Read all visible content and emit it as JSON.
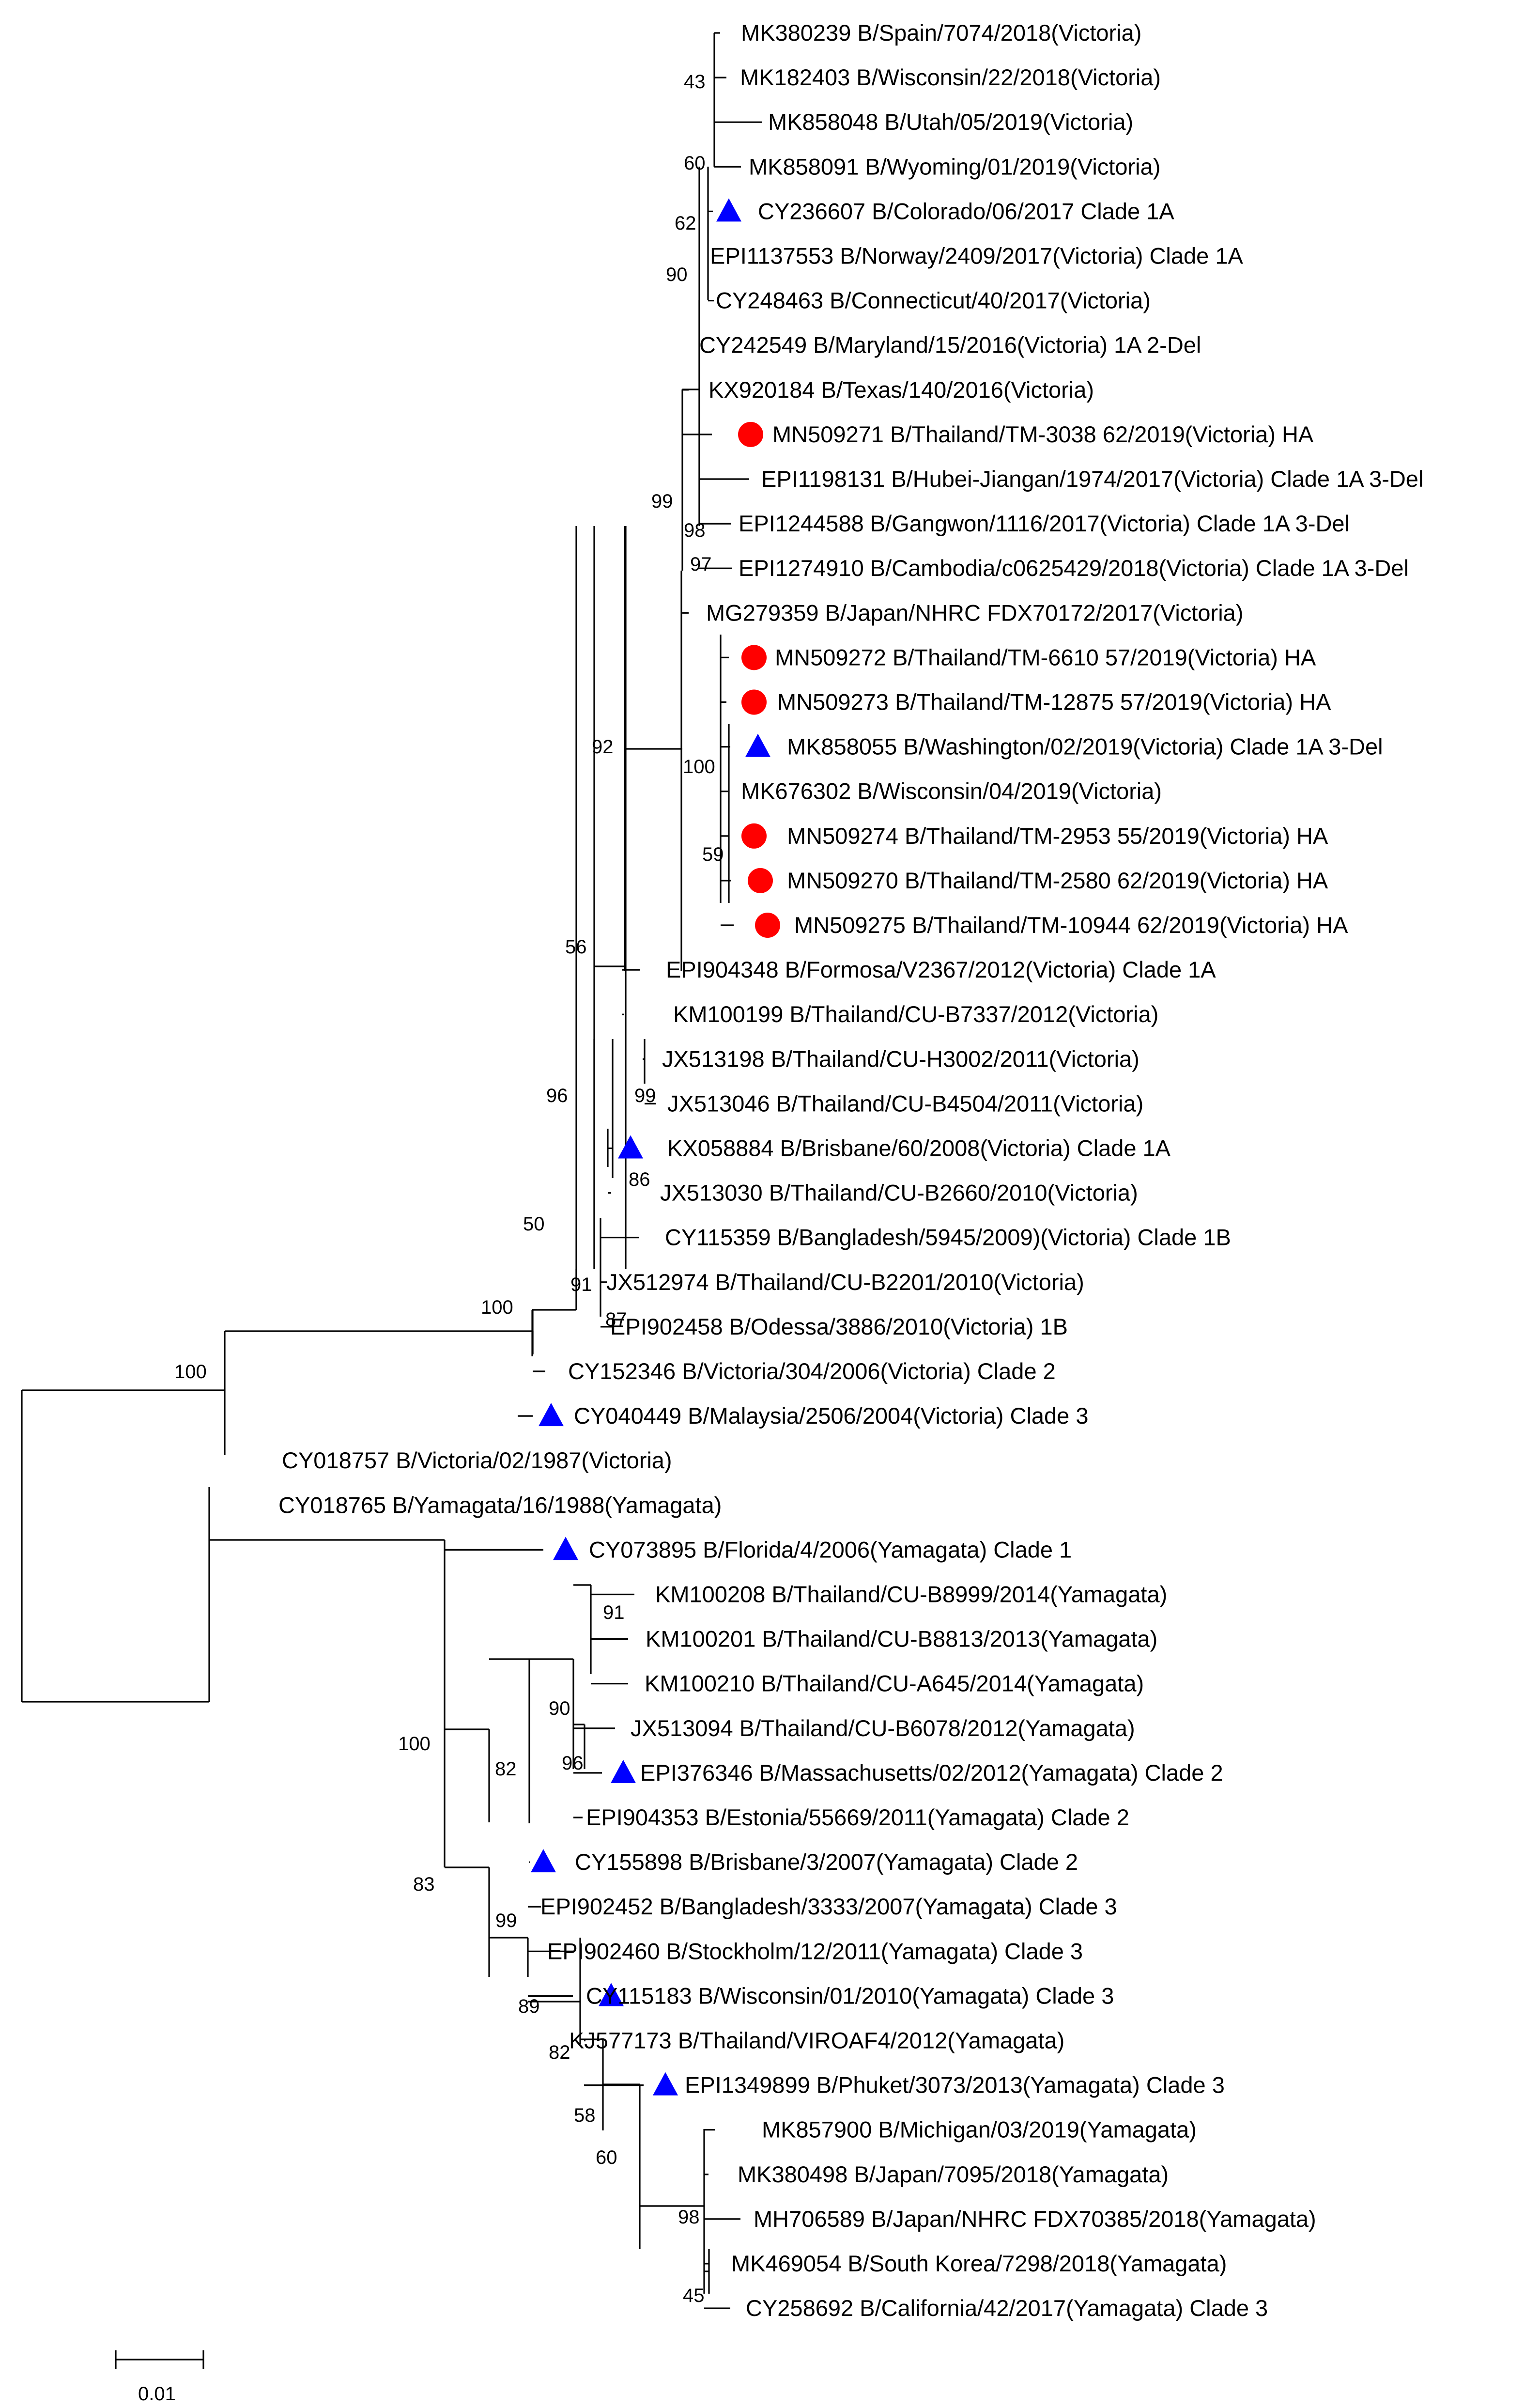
{
  "tree": {
    "leaves": [
      {
        "label": "MK380239 B/Spain/7074/2018(Victoria)",
        "marker": ""
      },
      {
        "label": "MK182403 B/Wisconsin/22/2018(Victoria)",
        "marker": ""
      },
      {
        "label": "MK858048 B/Utah/05/2019(Victoria)",
        "marker": ""
      },
      {
        "label": "MK858091 B/Wyoming/01/2019(Victoria)",
        "marker": ""
      },
      {
        "label": "CY236607 B/Colorado/06/2017 Clade 1A",
        "marker": "triangle"
      },
      {
        "label": "EPI1137553 B/Norway/2409/2017(Victoria) Clade 1A",
        "marker": ""
      },
      {
        "label": "CY248463 B/Connecticut/40/2017(Victoria)",
        "marker": ""
      },
      {
        "label": "CY242549 B/Maryland/15/2016(Victoria) 1A 2-Del",
        "marker": ""
      },
      {
        "label": "KX920184 B/Texas/140/2016(Victoria)",
        "marker": ""
      },
      {
        "label": "MN509271 B/Thailand/TM-3038 62/2019(Victoria) HA",
        "marker": "circle"
      },
      {
        "label": "EPI1198131 B/Hubei-Jiangan/1974/2017(Victoria) Clade 1A 3-Del",
        "marker": ""
      },
      {
        "label": "EPI1244588 B/Gangwon/1116/2017(Victoria) Clade 1A 3-Del",
        "marker": ""
      },
      {
        "label": "EPI1274910 B/Cambodia/c0625429/2018(Victoria) Clade 1A 3-Del",
        "marker": ""
      },
      {
        "label": "MG279359 B/Japan/NHRC FDX70172/2017(Victoria)",
        "marker": ""
      },
      {
        "label": "MN509272 B/Thailand/TM-6610 57/2019(Victoria) HA",
        "marker": "circle"
      },
      {
        "label": "MN509273 B/Thailand/TM-12875 57/2019(Victoria) HA",
        "marker": "circle"
      },
      {
        "label": "MK858055 B/Washington/02/2019(Victoria) Clade 1A 3-Del",
        "marker": "triangle"
      },
      {
        "label": "MK676302 B/Wisconsin/04/2019(Victoria)",
        "marker": ""
      },
      {
        "label": "MN509274 B/Thailand/TM-2953 55/2019(Victoria) HA",
        "marker": "circle"
      },
      {
        "label": "MN509270 B/Thailand/TM-2580 62/2019(Victoria) HA",
        "marker": "circle"
      },
      {
        "label": "MN509275 B/Thailand/TM-10944 62/2019(Victoria) HA",
        "marker": "circle"
      },
      {
        "label": "EPI904348 B/Formosa/V2367/2012(Victoria) Clade 1A",
        "marker": ""
      },
      {
        "label": "KM100199 B/Thailand/CU-B7337/2012(Victoria)",
        "marker": ""
      },
      {
        "label": "JX513198 B/Thailand/CU-H3002/2011(Victoria)",
        "marker": ""
      },
      {
        "label": "JX513046 B/Thailand/CU-B4504/2011(Victoria)",
        "marker": ""
      },
      {
        "label": "KX058884 B/Brisbane/60/2008(Victoria) Clade 1A",
        "marker": "triangle"
      },
      {
        "label": "JX513030 B/Thailand/CU-B2660/2010(Victoria)",
        "marker": ""
      },
      {
        "label": "CY115359 B/Bangladesh/5945/2009)(Victoria) Clade 1B",
        "marker": ""
      },
      {
        "label": "JX512974 B/Thailand/CU-B2201/2010(Victoria)",
        "marker": ""
      },
      {
        "label": "EPI902458 B/Odessa/3886/2010(Victoria) 1B",
        "marker": ""
      },
      {
        "label": "CY152346 B/Victoria/304/2006(Victoria) Clade 2",
        "marker": ""
      },
      {
        "label": "CY040449 B/Malaysia/2506/2004(Victoria) Clade 3",
        "marker": "triangle"
      },
      {
        "label": "CY018757 B/Victoria/02/1987(Victoria)",
        "marker": ""
      },
      {
        "label": "CY018765 B/Yamagata/16/1988(Yamagata)",
        "marker": ""
      },
      {
        "label": "CY073895 B/Florida/4/2006(Yamagata) Clade 1",
        "marker": "triangle"
      },
      {
        "label": "KM100208 B/Thailand/CU-B8999/2014(Yamagata)",
        "marker": ""
      },
      {
        "label": "KM100201 B/Thailand/CU-B8813/2013(Yamagata)",
        "marker": ""
      },
      {
        "label": "KM100210 B/Thailand/CU-A645/2014(Yamagata)",
        "marker": ""
      },
      {
        "label": "JX513094 B/Thailand/CU-B6078/2012(Yamagata)",
        "marker": ""
      },
      {
        "label": "EPI376346 B/Massachusetts/02/2012(Yamagata) Clade 2",
        "marker": "triangle"
      },
      {
        "label": "EPI904353 B/Estonia/55669/2011(Yamagata) Clade 2",
        "marker": ""
      },
      {
        "label": "CY155898 B/Brisbane/3/2007(Yamagata) Clade 2",
        "marker": "triangle"
      },
      {
        "label": "EPI902452 B/Bangladesh/3333/2007(Yamagata) Clade 3",
        "marker": ""
      },
      {
        "label": "EPI902460 B/Stockholm/12/2011(Yamagata) Clade 3",
        "marker": ""
      },
      {
        "label": "CY115183 B/Wisconsin/01/2010(Yamagata) Clade 3",
        "marker": "triangle"
      },
      {
        "label": "KJ577173 B/Thailand/VIROAF4/2012(Yamagata)",
        "marker": ""
      },
      {
        "label": "EPI1349899 B/Phuket/3073/2013(Yamagata) Clade 3",
        "marker": "triangle"
      },
      {
        "label": "MK857900 B/Michigan/03/2019(Yamagata)",
        "marker": ""
      },
      {
        "label": "MK380498 B/Japan/7095/2018(Yamagata)",
        "marker": ""
      },
      {
        "label": "MH706589 B/Japan/NHRC FDX70385/2018(Yamagata)",
        "marker": ""
      },
      {
        "label": "MK469054 B/South Korea/7298/2018(Yamagata)",
        "marker": ""
      },
      {
        "label": "CY258692 B/California/42/2017(Yamagata) Clade 3",
        "marker": ""
      }
    ],
    "bootstrap": [
      "43",
      "60",
      "62",
      "90",
      "99",
      "98",
      "97",
      "100",
      "59",
      "92",
      "56",
      "99",
      "86",
      "96",
      "91",
      "87",
      "50",
      "100",
      "100",
      "91",
      "90",
      "96",
      "82",
      "100",
      "83",
      "99",
      "89",
      "82",
      "58",
      "60",
      "98",
      "45"
    ],
    "scale_bar": "0.01",
    "colors": {
      "circle": "#ff0000",
      "triangle": "#0000ff",
      "line": "#000000"
    }
  }
}
